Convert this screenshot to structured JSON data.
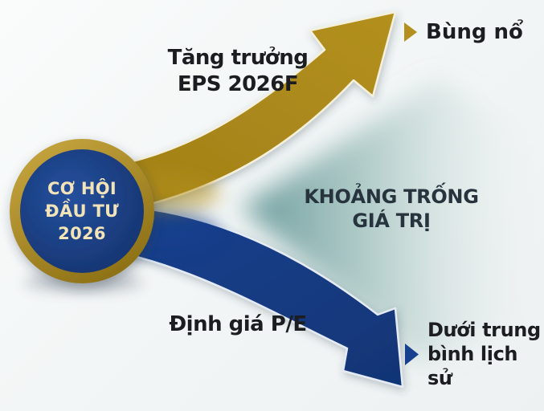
{
  "diagram": {
    "hub": {
      "lines": [
        "CƠ HỘI",
        "ĐẦU TƯ",
        "2026"
      ]
    },
    "branches": {
      "top": {
        "label_lines": [
          "Tăng trưởng",
          "EPS 2026F"
        ],
        "outcome": "Bùng nổ"
      },
      "bottom": {
        "label": "Định giá P/E",
        "outcome_lines": [
          "Dưới trung",
          "bình lịch sử"
        ]
      }
    },
    "gap": {
      "lines": [
        "KHOẢNG TRỐNG",
        "GIÁ TRỊ"
      ]
    }
  },
  "colors": {
    "gold": "#b3901f",
    "gold_dark": "#a07f16",
    "gold_outline": "#f5f0dc",
    "blue": "#17418f",
    "blue_dark": "#113575",
    "blue_outline": "#e4ebf5",
    "ring_gold_light": "#cbaa42",
    "ring_gold_dark": "#8f7217",
    "navy_center": "#24509e",
    "navy_edge": "#15326d",
    "cream_text": "#f2e4b8",
    "teal_strong": "#3b7a7c",
    "teal_mid": "#74a5a0",
    "teal_faint": "#d6e4e1",
    "label_text": "#1c1d20",
    "gap_text": "#27343e",
    "background": "#f3f6f6"
  }
}
